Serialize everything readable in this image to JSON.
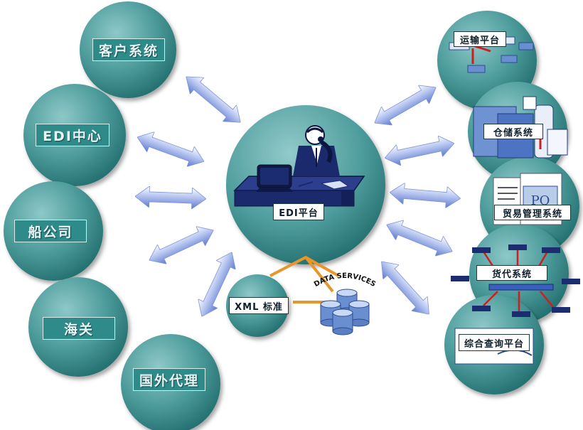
{
  "center": {
    "label": "EDI平台"
  },
  "left_nodes": [
    {
      "id": "customer",
      "label": "客户系统"
    },
    {
      "id": "edi_center",
      "label": "EDI中心"
    },
    {
      "id": "shipping",
      "label": "船公司"
    },
    {
      "id": "customs",
      "label": "海关"
    },
    {
      "id": "foreign_agent",
      "label": "国外代理"
    }
  ],
  "right_nodes": [
    {
      "id": "transport",
      "label": "运输平台"
    },
    {
      "id": "warehouse",
      "label": "仓储系统"
    },
    {
      "id": "trade",
      "label": "贸易管理系统"
    },
    {
      "id": "forwarder",
      "label": "货代系统"
    },
    {
      "id": "query",
      "label": "综合查询平台"
    }
  ],
  "bottom": {
    "xml_label": "XML 标准",
    "data_services_label": "DATA SERVICES",
    "po_text": "PO"
  },
  "colors": {
    "node_teal_light": "#7fbdbd",
    "node_teal_dark": "#2a7a7a",
    "arrow_light": "#ffffff",
    "arrow_blue": "#6a84d6",
    "triangle_orange": "#e8952a",
    "desk_navy": "#1a2a6c"
  }
}
